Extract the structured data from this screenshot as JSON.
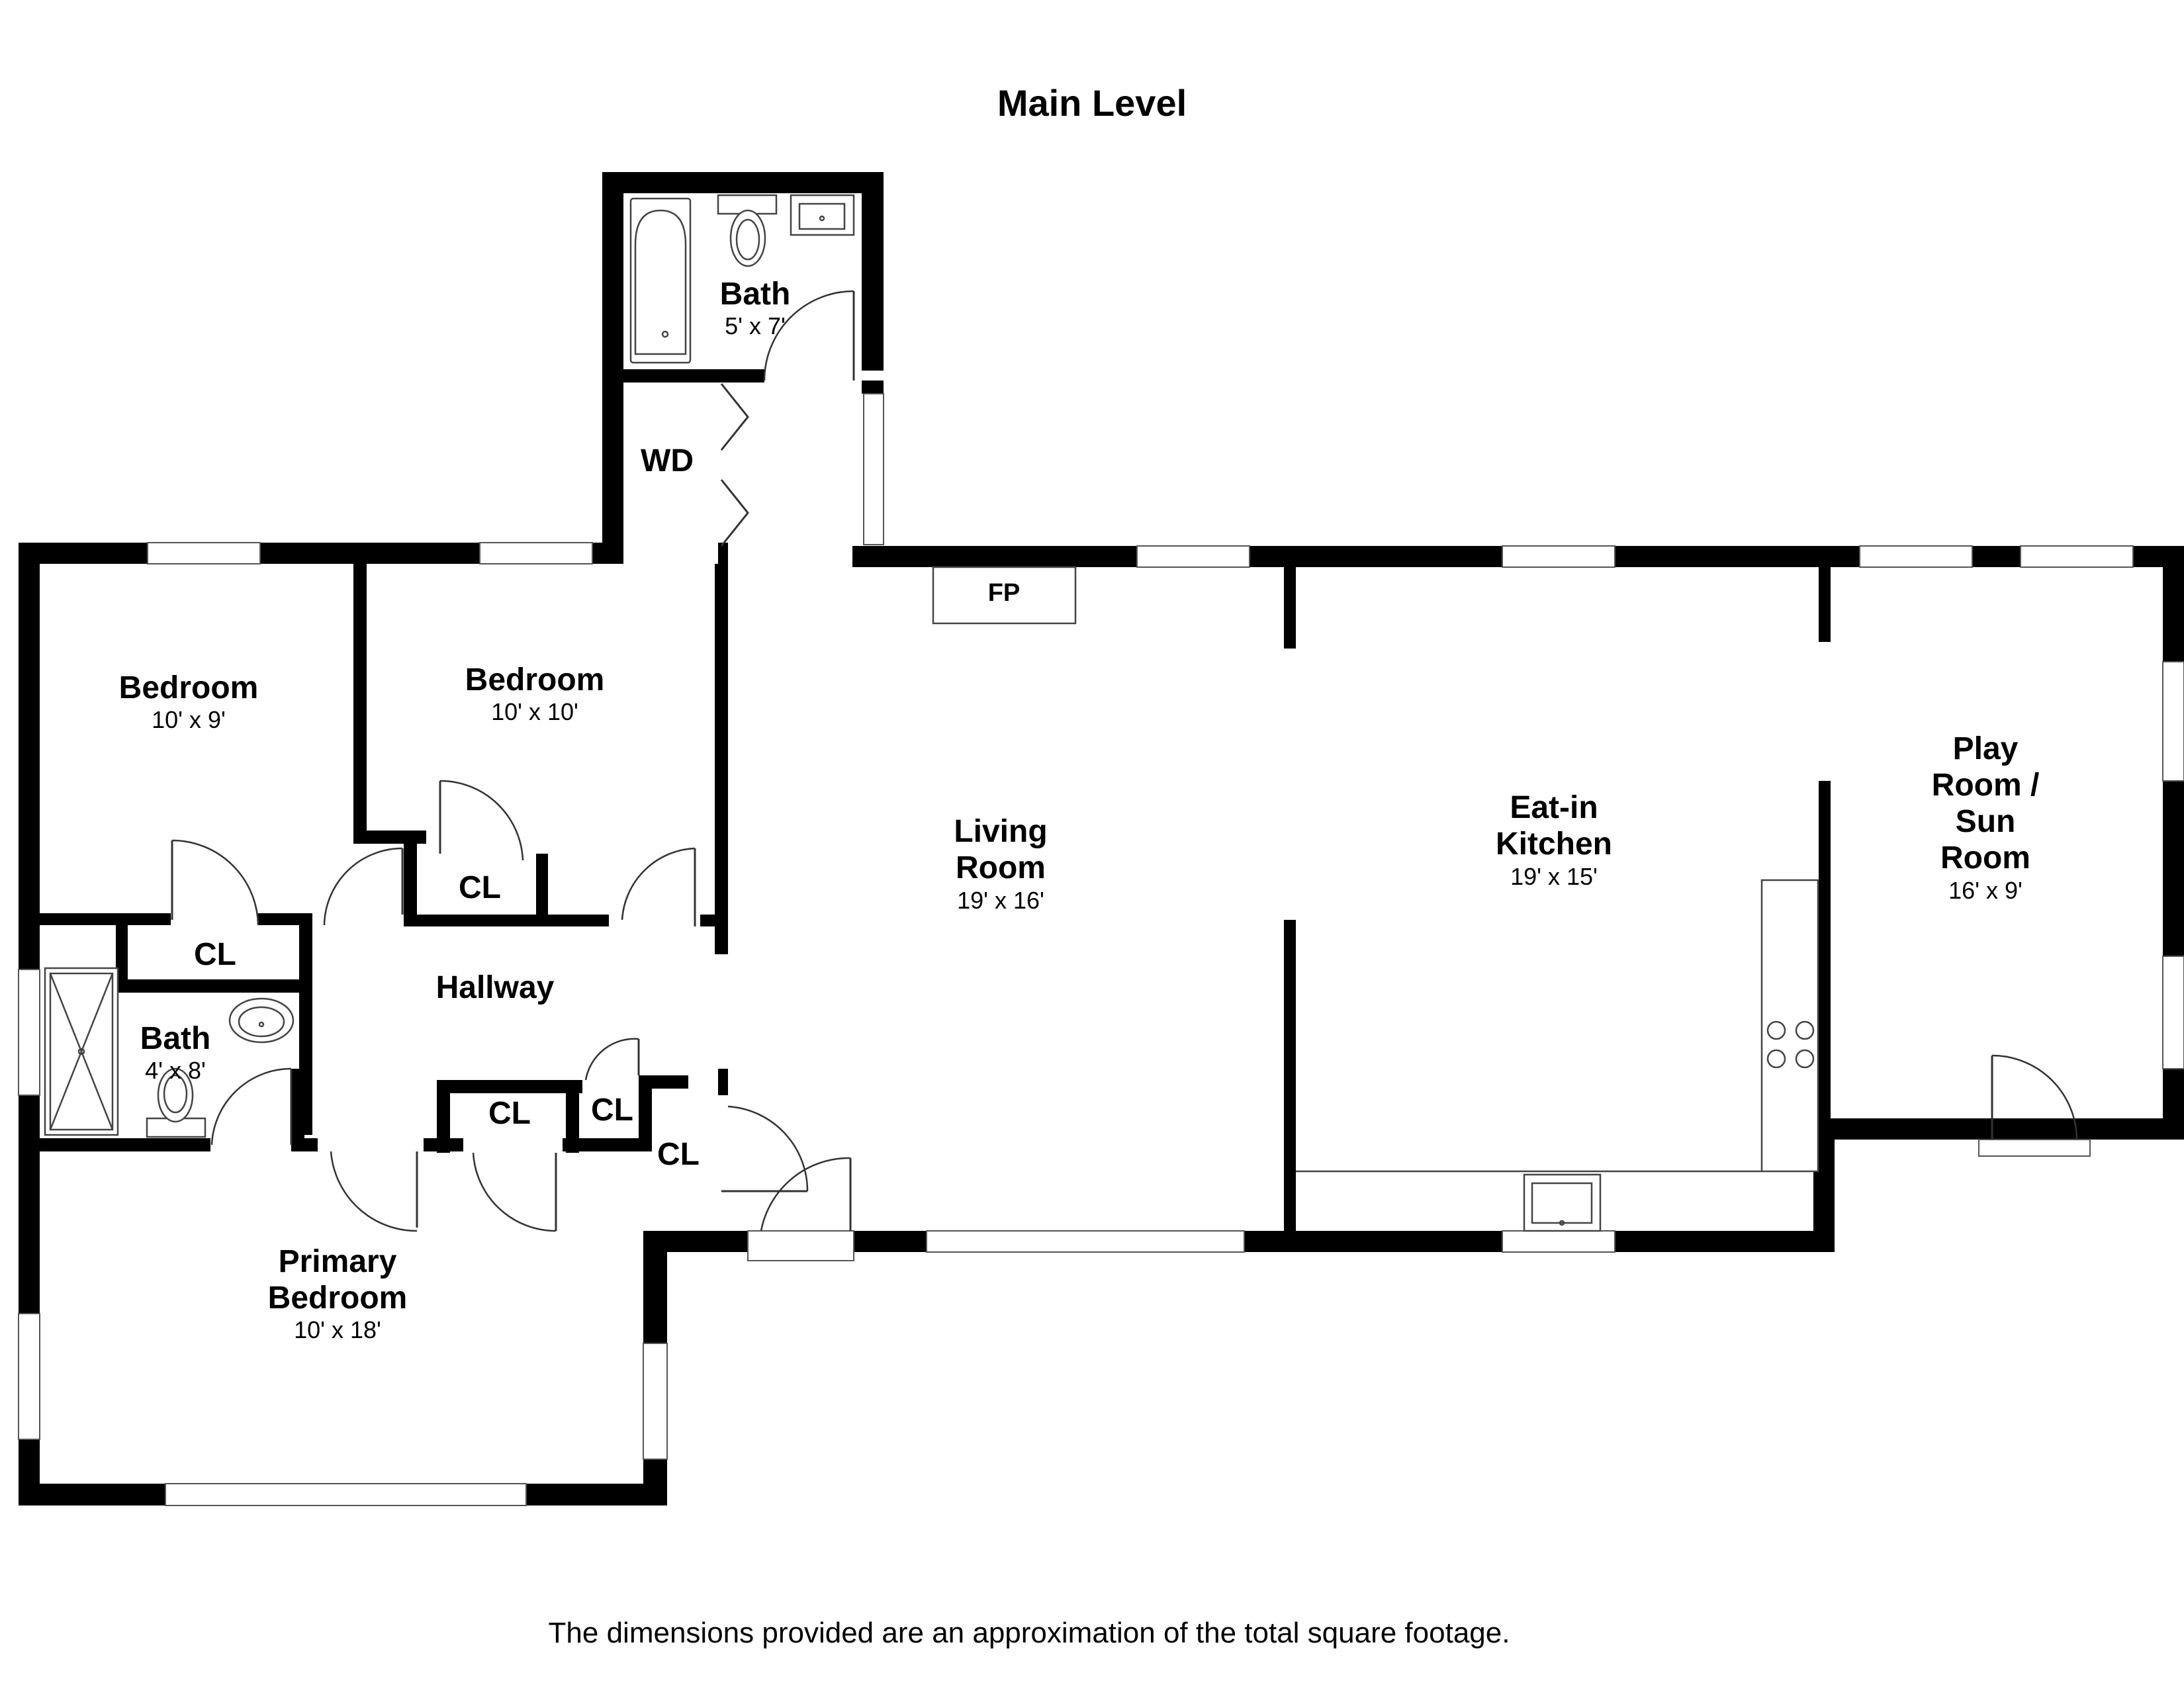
{
  "title": "Main Level",
  "disclaimer": "The dimensions provided are an approximation of the total square footage.",
  "rooms": {
    "bath_upper": {
      "label": "Bath",
      "dim": "5' x 7'"
    },
    "wd": {
      "label": "WD"
    },
    "fp": {
      "label": "FP"
    },
    "bedroom_left": {
      "label": "Bedroom",
      "dim": "10' x 9'"
    },
    "bedroom_mid": {
      "label": "Bedroom",
      "dim": "10' x 10'"
    },
    "cl_bedroom_mid": {
      "label": "CL"
    },
    "cl_bedroom_left": {
      "label": "CL"
    },
    "hallway": {
      "label": "Hallway"
    },
    "bath_lower": {
      "label": "Bath",
      "dim": "4' x 8'"
    },
    "cl_hall_1": {
      "label": "CL"
    },
    "cl_hall_2": {
      "label": "CL"
    },
    "cl_hall_3": {
      "label": "CL"
    },
    "living": {
      "label1": "Living",
      "label2": "Room",
      "dim": "19' x 16'"
    },
    "kitchen": {
      "label1": "Eat-in",
      "label2": "Kitchen",
      "dim": "19' x 15'"
    },
    "playroom": {
      "label1": "Play",
      "label2": "Room /",
      "label3": "Sun",
      "label4": "Room",
      "dim": "16' x 9'"
    },
    "primary": {
      "label1": "Primary",
      "label2": "Bedroom",
      "dim": "10' x 18'"
    }
  }
}
